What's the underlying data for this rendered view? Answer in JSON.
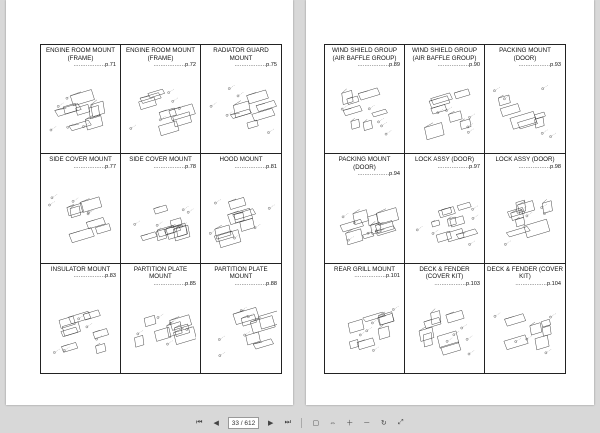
{
  "left_page": {
    "cells": [
      {
        "title": "ENGINE ROOM MOUNT (FRAME)",
        "page": "p.71"
      },
      {
        "title": "ENGINE ROOM MOUNT (FRAME)",
        "page": "p.72"
      },
      {
        "title": "RADIATOR GUARD MOUNT",
        "page": "p.75"
      },
      {
        "title": "SIDE COVER MOUNT",
        "page": "p.77"
      },
      {
        "title": "SIDE COVER MOUNT",
        "page": "p.78"
      },
      {
        "title": "HOOD MOUNT",
        "page": "p.81"
      },
      {
        "title": "INSULATOR MOUNT",
        "page": "p.83"
      },
      {
        "title": "PARTITION PLATE MOUNT",
        "page": "p.85"
      },
      {
        "title": "PARTITION PLATE MOUNT",
        "page": "p.88"
      }
    ]
  },
  "right_page": {
    "cells": [
      {
        "title": "WIND SHIELD GROUP (AIR BAFFLE GROUP)",
        "page": "p.89"
      },
      {
        "title": "WIND SHIELD GROUP (AIR BAFFLE GROUP)",
        "page": "p.90"
      },
      {
        "title": "PACKING MOUNT (DOOR)",
        "page": "p.93"
      },
      {
        "title": "PACKING MOUNT (DOOR)",
        "page": "p.94"
      },
      {
        "title": "LOCK ASSY (DOOR)",
        "page": "p.97"
      },
      {
        "title": "LOCK ASSY (DOOR)",
        "page": "p.98"
      },
      {
        "title": "REAR GRILL MOUNT",
        "page": "p.101"
      },
      {
        "title": "DECK & FENDER (COVER KIT)",
        "page": "p.103"
      },
      {
        "title": "DECK & FENDER (COVER KIT)",
        "page": "p.104"
      }
    ]
  },
  "toolbar": {
    "page_indicator": "33 / 612",
    "icons": [
      "first-page-icon",
      "prev-page-icon",
      "next-page-icon",
      "last-page-icon",
      "fit-page-icon",
      "fit-width-icon",
      "zoom-in-icon",
      "zoom-out-icon",
      "rotate-icon",
      "fullscreen-icon"
    ]
  }
}
